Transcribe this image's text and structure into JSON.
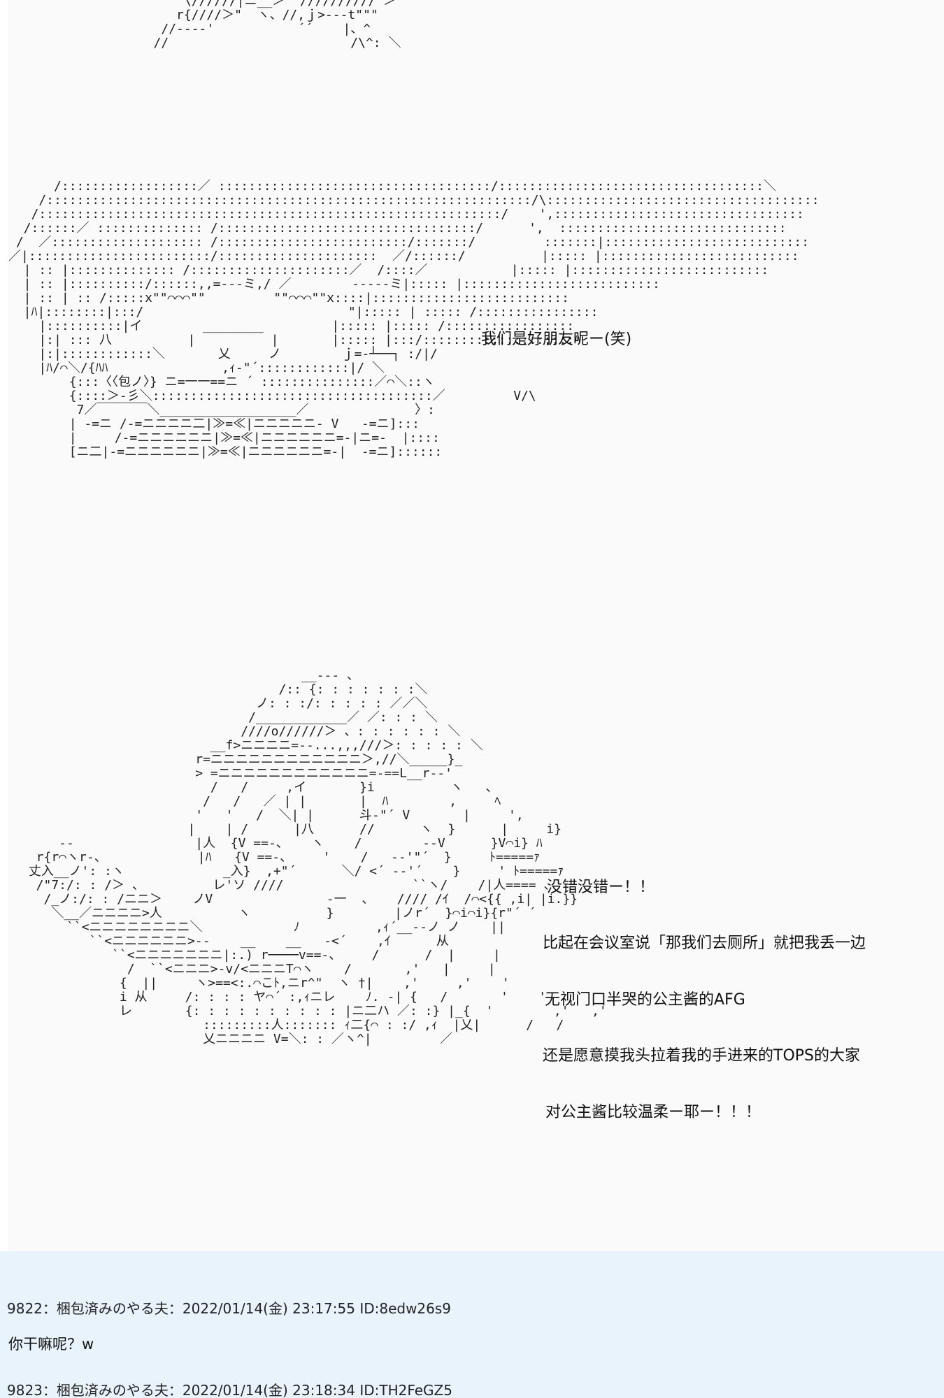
{
  "dialogues": {
    "line1": "我们是好朋友呢ー(笑)",
    "line2": "没错没错ー！！",
    "line3": "比起在会议室说「那我们去厕所」就把我丢一边",
    "line4": "无视门口半哭的公主酱的AFG",
    "line5": "还是愿意摸我头拉着我的手进来的TOPS的大家",
    "line6": "对公主酱比较温柔ー耶ー！！！"
  },
  "posts": [
    {
      "header": "9822：梱包済みのやる夫：2022/01/14(金) 23:17:55 ID:8edw26s9",
      "body": "你干嘛呢？w"
    },
    {
      "header": "9823：梱包済みのやる夫：2022/01/14(金) 23:18:34 ID:TH2FeGZ5",
      "body": ""
    }
  ],
  "ascii_art": {
    "top": "             \\//////|ニ__＞  ////////// ＞\n            r{////＞\"  ヽ、//,ｊ>---t\"\"\"\n          //----'           ´´    |、^\n         //                        /\\^: ＼",
    "middle": "      /::::::::::::::::::／ ::::::::::::::::::::::::::::::::::::/:::::::::::::::::::::::::::::::::::＼\n    /::::::::::::::::::::::::::::::::::::::::::::::::::::::::::::::::/\\::::::::::::::::::::::::::::::::::::\n   /:::::::::::::::::::::::::::::::::::::::::::::::::::::::::::::/    ',:::::::::::::::::::::::::::::::::\n  /::::::／ :::::::::::::: /::::::::::::::::::::::::::::::::::/      ',  ::::::::::::::::::::::::::::::\n /  ／:::::::::::::::::::: /:::::::::::::::::::::::::/:::::::/         :::::::|:::::::::::::::::::::::::::\n／|::::::::::::::::::::::::/:::::::::::::::::::::  ／/::::::/          |::::: |::::::::::::::::::::::::::\n  | :: |:::::::::::::: /:::::::::::::::::::::／  /::::／           |::::: |::::::::::::::::::::::::::\n  | :: |::::::::::/::::::,,=---ミ,/ ／        -----ミ|::::: |::::::::::::::::::::::::::\n  | :: | :: /:::::x\"\"⌒⌒⌒\"\"         \"\"⌒⌒⌒\"\"x::::|::::::::::::::::::::::::::\n  |ﾊ|::::::::|:::/                           \"|::::: | ::::: /::::::::::::::::\n    |::::::::::|イ        ________         |::::: |::::: /:::::::::::::::::\n    |:| ::: 八          |          |       |::::: |:::/::::::::::::::::::::ﾊ\n    |:|::::::::::::＼       乂     ノ        ｊ=-┴──┐ :/|/\n    |ﾊ/⌒＼/{ﾊﾊ               ,ｨ-\"´::::::::::::|/ ＼\n        {:::〈〈包ノ〉} ニ=一一==ニ ´ :::::::::::::::／⌒＼::ヽ\n        {::::＞-彡＼:::::::::::::::::::::::::::::::::::::／         V/\\\n         7／￣￣￣￣＼__________________／              〉:\n        | -=ニ /-=ニニニニ二|≫=≪|ニニニニニ- V   -=ニ]:::\n        |     /-=ニニニニニニ|≫=≪|ニニニニニニ=-|ニ=-  |::::\n        [ニ二|-=ニニニニニニ|≫=≪|ニニニニニニ=-|  -=ニ]::::::",
    "bottom": "                                     __--- 、\n                                  /:: {: : : : : : :＼\n                               ノ: : :/: : : : : ／／＼\n                              /____________／ ／: : : ＼\n                             ////o//////＞ 、: : : : : : ＼\n                         __f>ニニニニ=--...,,,///＞: : : : : ＼\n                       r=ニニニニニニニニニニニニ＞,//＼_____}_\n                       > =ニニニニニニニニニニニニ=-==L__r‐‐'\n                         /   /     ,イ       }i          ヽ   、\n                        /   /   ／ | |       |  ﾊ        ,     ﾍ\n                       '   '   /  ＼| |      斗‐\"´ V       |     ',\n                      |    | /      |八      //      ヽ  }      |     i}\n     --                |人  {V ==-、   ヽ    /        --V      }V⌒i} ﾊ\n  r{r⌒ヽr‐、            |ﾊ   {V ==-、    '    /   -‐'\"´  }     ﾄ=====ｧ\n 丈入__ノ': :ヽ             _入}  ,+\"´      ＼/ <´ ‐‐'´    }     ' ﾄ=====ｧ\n  /\"7:/: : /＞ 、         レ'ソ ////                 ``ヽ/    /|人==== 、\n   /_ノ:/: : /ニニ＞    ノV               -一  、   //// /ｲ  /⌒<{{ ,i| |i.}}\n    ＼__／ニニニニ>人          ヽ          }        |ノr´  }⌒i⌒i}{r\"´ ´\n      ``<ニニニニニニニニ＼            ﾉ          ,ｨ´__--ノ ノ    ||\n         ``<ニニニニニニ>--    __    __   -<´    ,ｲ      从\n            ``<ニニニニニニニ|:.) r────v==-、    /      /  |     |\n              /  ``<ニニニ>-v/<ニニニT⌒ヽ    /       ,'   |     |\n             {  ||     ヽ>==<:.⌒こﾄ,ニr^\"  ヽ †|    ,'     ,'    '\n             i 从     /: : : : ヤ⌒´ :,ｨニレ    ﾉ. -| {   /       '    '\n             レ       {: : : : : : : : : : |ニ二ハ ／: :} |_{  '        ,'   ,'\n                        :::::::::人::::::: ｨ二{⌒ : :/ ,ｨ  |乂|      /   /\n                        乂ニニニニ V=＼: : ／ヽ^|         ／"
  }
}
